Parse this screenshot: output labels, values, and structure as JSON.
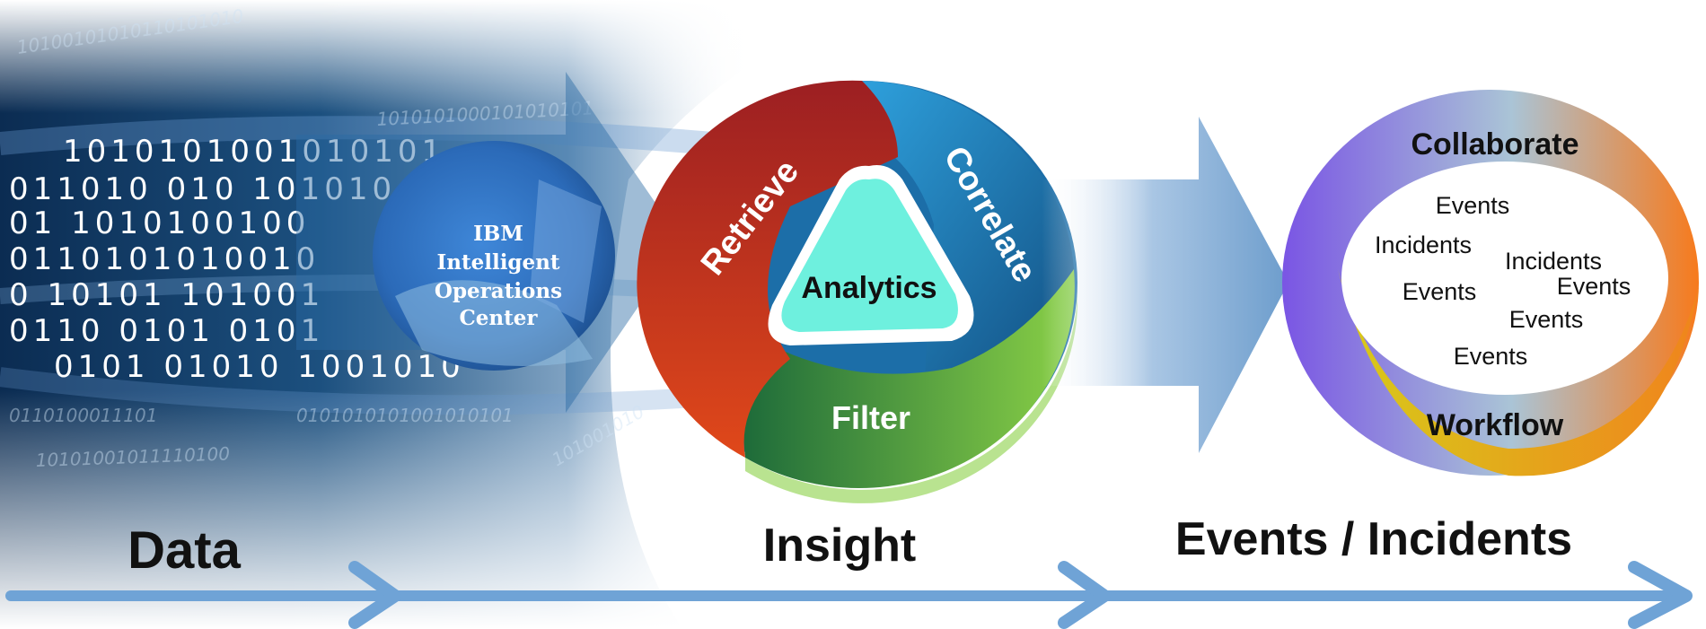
{
  "binary_rows": [
    "1010101001010101",
    "011010  010 101010",
    "01   1010100100",
    "0110101010010",
    "0  10101   101001",
    "0110  0101  0101",
    "0101 01010 1001010"
  ],
  "faint_binary": [
    "10100101010110101010",
    "1010101000101010101",
    "0101010101001010101",
    "101001010",
    "10101001011110100",
    "0110100011101"
  ],
  "ioc_logo": {
    "line1": "IBM",
    "line2": "Intelligent",
    "line3": "Operations",
    "line4": "Center"
  },
  "cycle": {
    "segments": [
      "Retrieve",
      "Correlate",
      "Filter"
    ],
    "center": "Analytics"
  },
  "events_ring": {
    "top": "Collaborate",
    "bottom": "Workflow",
    "words": [
      "Events",
      "Incidents",
      "Incidents",
      "Events",
      "Events",
      "Events",
      "Events"
    ]
  },
  "stages": {
    "data": "Data",
    "insight": "Insight",
    "events": "Events / Incidents"
  },
  "colors": {
    "data_blue": "#1b4f80",
    "retrieve": "#c8301e",
    "correlate": "#1e6fa6",
    "filter": "#4c9a38",
    "analytics": "#6ef0de",
    "arrow": "#6fa3d6",
    "ring_purple": "#7b55e0",
    "ring_orange": "#f5781e",
    "ring_yellow": "#d8c21c"
  }
}
